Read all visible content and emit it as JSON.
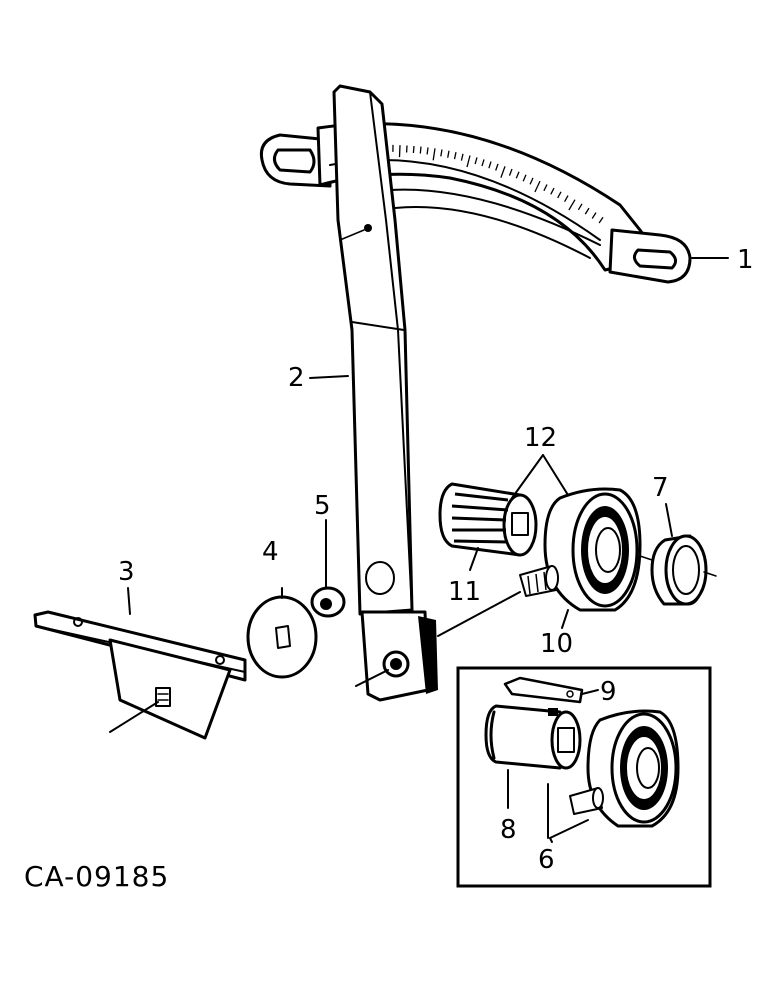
{
  "drawing_code": "CA-09185",
  "callouts": {
    "c1": "1",
    "c2": "2",
    "c3": "3",
    "c4": "4",
    "c5": "5",
    "c6": "6",
    "c7": "7",
    "c8": "8",
    "c9": "9",
    "c10": "10",
    "c11": "11",
    "c12": "12"
  }
}
